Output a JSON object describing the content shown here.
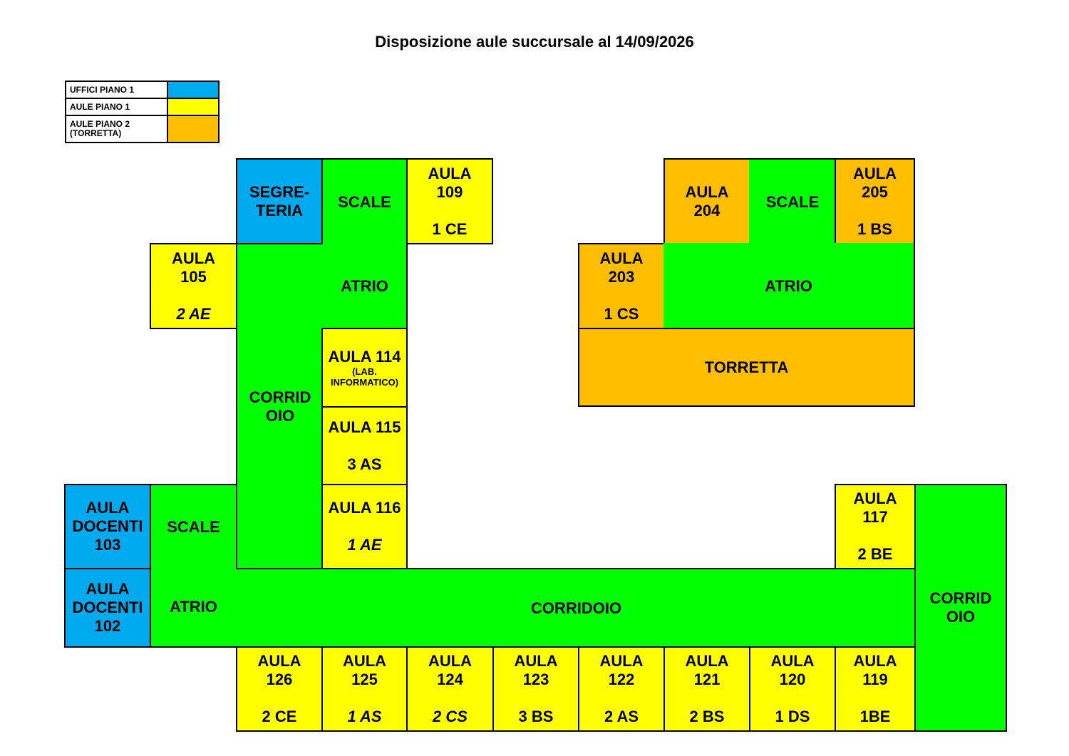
{
  "title": "Disposizione aule succursale al 14/09/2026",
  "legend": [
    {
      "label": "UFFICI PIANO 1",
      "color": "#00aaee"
    },
    {
      "label": "AULE PIANO 1",
      "color": "#ffff00"
    },
    {
      "label_line1": "AULE PIANO 2",
      "label_line2": "(TORRETTA)",
      "color": "#ffbe00"
    }
  ],
  "rooms": {
    "segreteria": {
      "l1": "SEGRE-",
      "l2": "TERIA"
    },
    "scale_top": "SCALE",
    "aula109": {
      "l1": "AULA",
      "l2": "109",
      "class": "1 CE"
    },
    "aula105": {
      "l1": "AULA",
      "l2": "105",
      "class": "2 AE"
    },
    "atrio_top": "ATRIO",
    "corridoio_left": {
      "l1": "CORRID",
      "l2": "OIO"
    },
    "aula114": {
      "l1": "AULA 114",
      "sub1": "(LAB.",
      "sub2": "INFORMATICO)"
    },
    "aula115": {
      "l1": "AULA 115",
      "class": "3 AS"
    },
    "aula116": {
      "l1": "AULA 116",
      "class": "1 AE"
    },
    "aula103": {
      "l1": "AULA",
      "l2": "DOCENTI",
      "l3": "103"
    },
    "scale_left": "SCALE",
    "aula102": {
      "l1": "AULA",
      "l2": "DOCENTI",
      "l3": "102"
    },
    "atrio_left": "ATRIO",
    "corridoio_main": "CORRIDOIO",
    "aula204": {
      "l1": "AULA",
      "l2": "204"
    },
    "scale_right": "SCALE",
    "aula205": {
      "l1": "AULA",
      "l2": "205",
      "class": "1 BS"
    },
    "aula203": {
      "l1": "AULA",
      "l2": "203",
      "class": "1 CS"
    },
    "atrio_right": "ATRIO",
    "torretta": "TORRETTA",
    "aula117": {
      "l1": "AULA",
      "l2": "117",
      "class": "2 BE"
    },
    "corridoio_right": {
      "l1": "CORRID",
      "l2": "OIO"
    },
    "bottom_row": [
      {
        "l1": "AULA",
        "l2": "126",
        "class": "2 CE",
        "italic": false
      },
      {
        "l1": "AULA",
        "l2": "125",
        "class": "1 AS",
        "italic": true
      },
      {
        "l1": "AULA",
        "l2": "124",
        "class": "2 CS",
        "italic": true
      },
      {
        "l1": "AULA",
        "l2": "123",
        "class": "3 BS",
        "italic": false
      },
      {
        "l1": "AULA",
        "l2": "122",
        "class": "2 AS",
        "italic": false
      },
      {
        "l1": "AULA",
        "l2": "121",
        "class": "2 BS",
        "italic": false
      },
      {
        "l1": "AULA",
        "l2": "120",
        "class": "1 DS",
        "italic": false
      },
      {
        "l1": "AULA",
        "l2": "119",
        "class": "1BE",
        "italic": false
      }
    ]
  }
}
